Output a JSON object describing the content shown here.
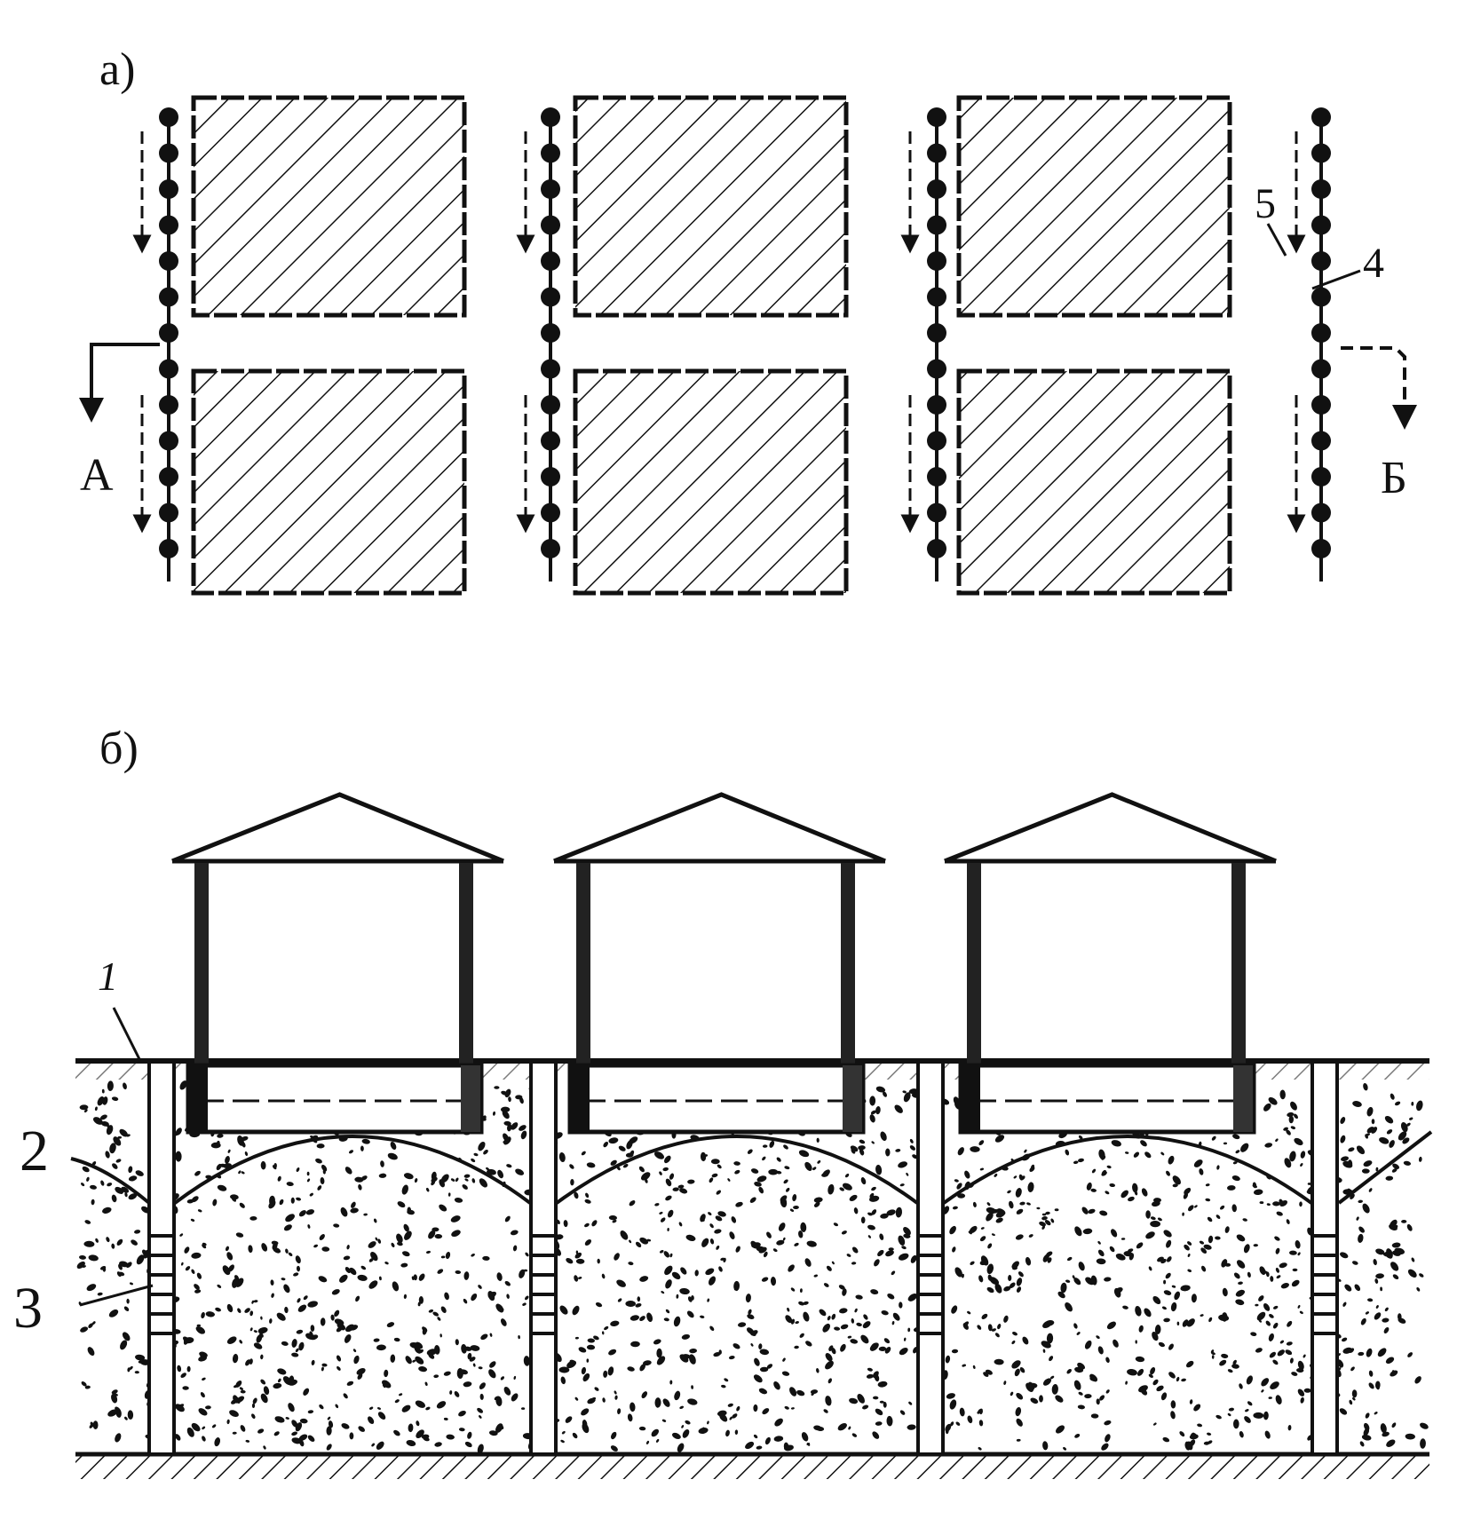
{
  "panel_a": {
    "label": "а)",
    "arrow_label_left": "А",
    "arrow_label_right": "Б",
    "callout_5": "5",
    "callout_4": "4"
  },
  "panel_b": {
    "label": "б)",
    "callout_1": "1",
    "callout_2": "2",
    "callout_3": "3"
  },
  "colors": {
    "ink": "#111111",
    "paper": "#ffffff"
  }
}
